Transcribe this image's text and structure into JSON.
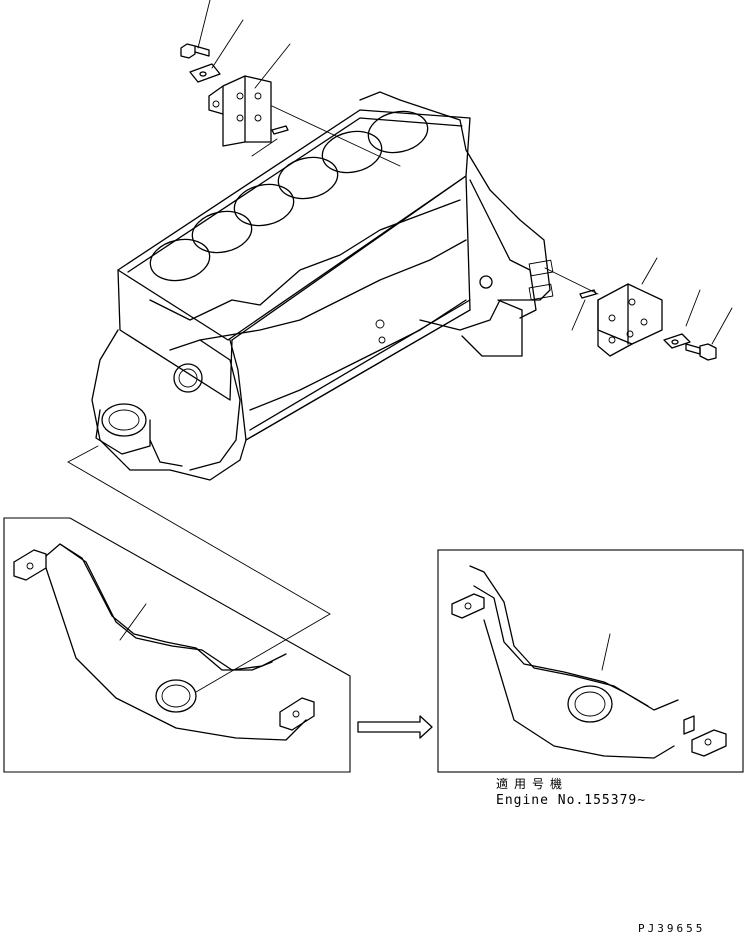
{
  "applicability": {
    "label_jp": "適用号機",
    "engine_no": "Engine No.155379~"
  },
  "drawing_code": "PJ39655",
  "icons": {
    "arrow": "right-arrow-icon"
  }
}
